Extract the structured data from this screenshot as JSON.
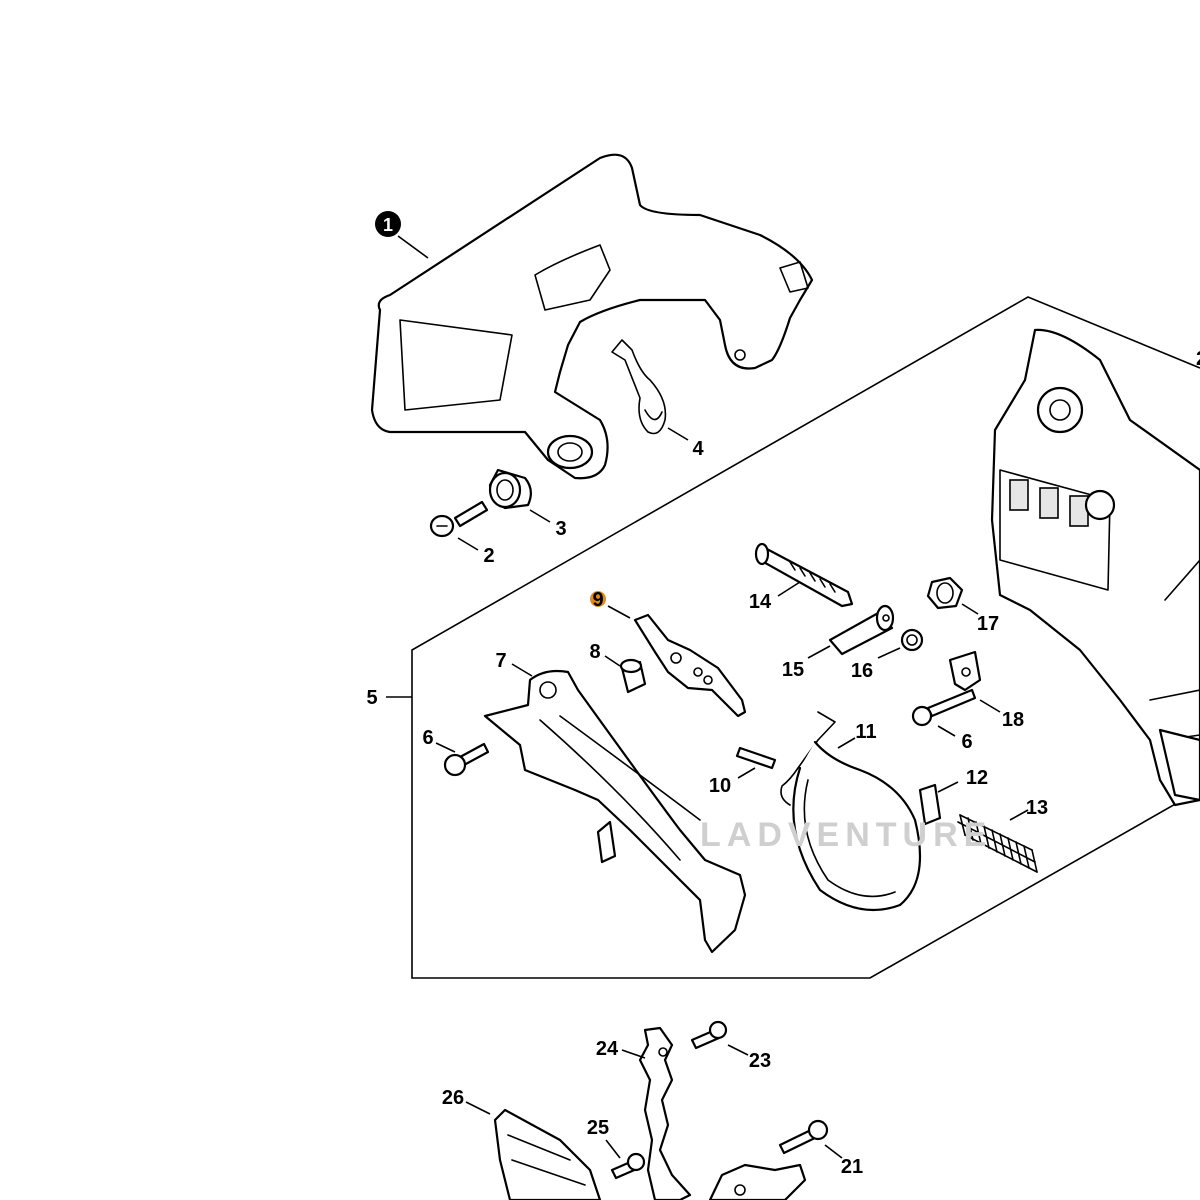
{
  "diagram": {
    "callouts": {
      "c1": "1",
      "c2": "2",
      "c3": "3",
      "c4": "4",
      "c5": "5",
      "c6a": "6",
      "c6b": "6",
      "c7": "7",
      "c8": "8",
      "c9": "9",
      "c10": "10",
      "c11": "11",
      "c12": "12",
      "c13": "13",
      "c14": "14",
      "c15": "15",
      "c16": "16",
      "c17": "17",
      "c18": "18",
      "c21": "21",
      "c23": "23",
      "c24": "24",
      "c25": "25",
      "c26": "26",
      "c_edge": "2"
    },
    "highlighted_callout": "9",
    "highlight_color": "#e08a1e",
    "watermark": "LADVENTURE"
  }
}
